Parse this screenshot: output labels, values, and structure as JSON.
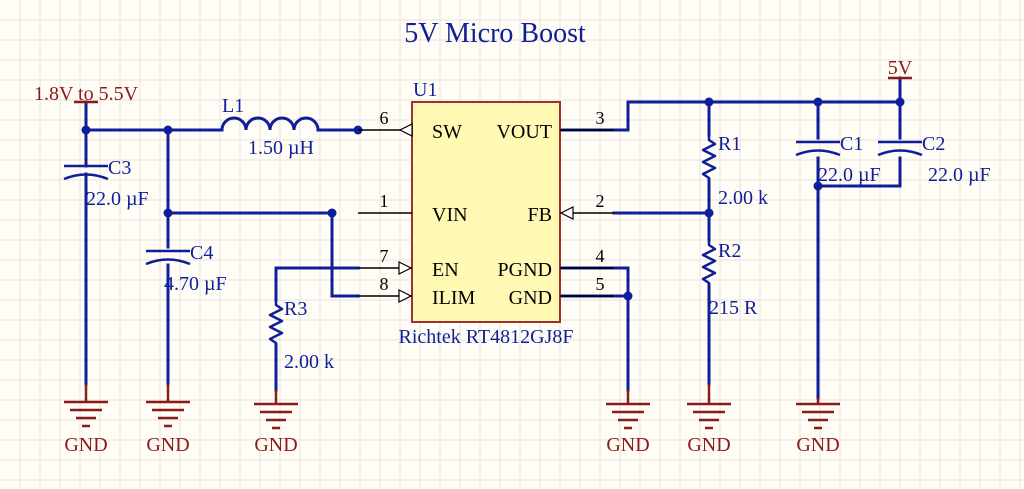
{
  "title": "5V Micro Boost",
  "ic": {
    "ref": "U1",
    "part": "Richtek RT4812GJ8F",
    "pins": {
      "sw": {
        "name": "SW",
        "num": "6"
      },
      "vin": {
        "name": "VIN",
        "num": "1"
      },
      "en": {
        "name": "EN",
        "num": "7"
      },
      "ilim": {
        "name": "ILIM",
        "num": "8"
      },
      "vout": {
        "name": "VOUT",
        "num": "3"
      },
      "fb": {
        "name": "FB",
        "num": "2"
      },
      "pgnd": {
        "name": "PGND",
        "num": "4"
      },
      "gnd": {
        "name": "GND",
        "num": "5"
      }
    }
  },
  "components": {
    "l1": {
      "ref": "L1",
      "value": "1.50 µH"
    },
    "c1": {
      "ref": "C1",
      "value": "22.0 µF"
    },
    "c2": {
      "ref": "C2",
      "value": "22.0 µF"
    },
    "c3": {
      "ref": "C3",
      "value": "22.0 µF"
    },
    "c4": {
      "ref": "C4",
      "value": "4.70 µF"
    },
    "r1": {
      "ref": "R1",
      "value": "2.00 k"
    },
    "r2": {
      "ref": "R2",
      "value": "215 R"
    },
    "r3": {
      "ref": "R3",
      "value": "2.00 k"
    }
  },
  "power": {
    "vin_label": "1.8V to 5.5V",
    "vout_label": "5V",
    "gnd_label": "GND"
  },
  "colors": {
    "wire": "#0f1f9a",
    "power": "#8b1a1a",
    "ic_fill": "#fff9b3",
    "ic_border": "#a03030",
    "background": "#fffdf6"
  }
}
